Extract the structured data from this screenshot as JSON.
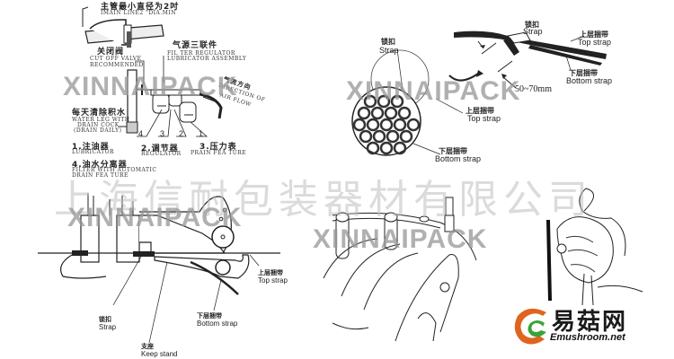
{
  "watermarks": {
    "brand_en": "XINNAIPACK",
    "company_cn": "上海信耐包装器材有限公司"
  },
  "panel_air_supply": {
    "main_line_cn": "主管最小直径为2吋",
    "main_line_en": "IMAIN LINE2 \"DIA.MIN",
    "cut_off_cn": "关闭阀",
    "cut_off_en_1": "CUT OFF VALVE",
    "cut_off_en_2": "RECOMMENDED",
    "frl_cn": "气源三联件",
    "frl_en_1": "FIL TER REGULATOR",
    "frl_en_2": "LUBRICATOR ASSEMBLY",
    "airflow_cn": "气流方向",
    "airflow_en_1": "DIRECTION OF",
    "airflow_en_2": "AIR FLOW",
    "water_leg_cn": "每天清除积水",
    "water_leg_en_1": "WATER LEG WITH",
    "water_leg_en_2": "DRAIN COCK",
    "water_leg_en_3": "(DRAIN DAILY)",
    "numbers": [
      "4",
      "3",
      "2",
      "1"
    ],
    "item1_cn": "1.注油器",
    "item1_en": "LUBRICATOR",
    "item2_cn": "2.调节器",
    "item2_en": "REGULATOR",
    "item3_cn": "3.压力表",
    "item3_en": "PRAIN FEA TURE",
    "item4_cn": "4.油水分离器",
    "item4_en_1": "FILTER WITH AUTOMATIC",
    "item4_en_2": "DRAIN FEA TURE"
  },
  "panel_strap_bundle": {
    "seal_cn": "锁扣",
    "seal_en": "Strap",
    "top_cn": "上层捆带",
    "top_en": "Top strap",
    "bottom_cn": "下层捆带",
    "bottom_en": "Bottom strap",
    "seal2_cn": "锁扣",
    "seal2_en": "Strap",
    "top2_cn": "上层捆带",
    "top2_en": "Top strap",
    "bottom2_cn": "下层捆带",
    "bottom2_en": "Bottom strap",
    "dimension": "50~70mm"
  },
  "panel_tool_side": {
    "top_cn": "上层捆带",
    "top_en": "Top strap",
    "seal_cn": "锁扣",
    "seal_en": "Strap",
    "bottom_cn": "下层捆带",
    "bottom_en": "Bottom strap",
    "stand_cn": "支座",
    "stand_en": "Keep stand"
  },
  "logo": {
    "name_cn": "易菇网",
    "domain": "Emushroom.net",
    "colors": {
      "orange": "#e0641e",
      "green": "#3aa33a"
    }
  }
}
